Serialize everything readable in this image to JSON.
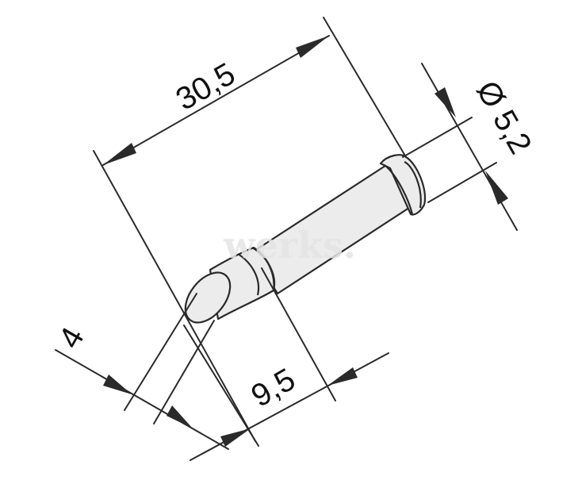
{
  "drawing": {
    "subject": "soldering tip, bent chisel",
    "watermark": "werks.",
    "colors": {
      "background": "#ffffff",
      "line": "#2a2a2a",
      "part_fill": "#ececec",
      "text": "#111111"
    },
    "dimensions": {
      "overall_length": {
        "label": "30,5"
      },
      "diameter": {
        "label": "Ø 5,2",
        "symbol": "Ø",
        "value": "5,2"
      },
      "tip_width": {
        "label": "4"
      },
      "bent_length": {
        "label": "9,5"
      }
    }
  }
}
